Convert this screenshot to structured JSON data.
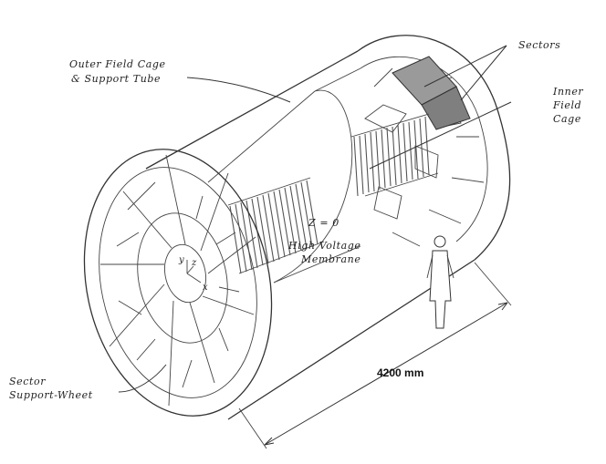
{
  "labels": {
    "outer_field_cage_line1": "Outer Field Cage",
    "outer_field_cage_line2": "& Support Tube",
    "sectors": "Sectors",
    "inner_field_cage_line1": "Inner",
    "inner_field_cage_line2": "Field",
    "inner_field_cage_line3": "Cage",
    "z_zero": "Z = 0",
    "high_voltage_line1": "High Voltage",
    "high_voltage_line2": "Membrane",
    "sector_wheel_line1": "Sector",
    "sector_wheel_line2": "Support-Wheet",
    "dimension": "4200 mm",
    "axis_y": "y",
    "axis_z": "z",
    "axis_x": "x"
  },
  "colors": {
    "line": "#333333",
    "sector_fill": "#9a9a9a",
    "coil": "#555555",
    "background": "#ffffff"
  }
}
